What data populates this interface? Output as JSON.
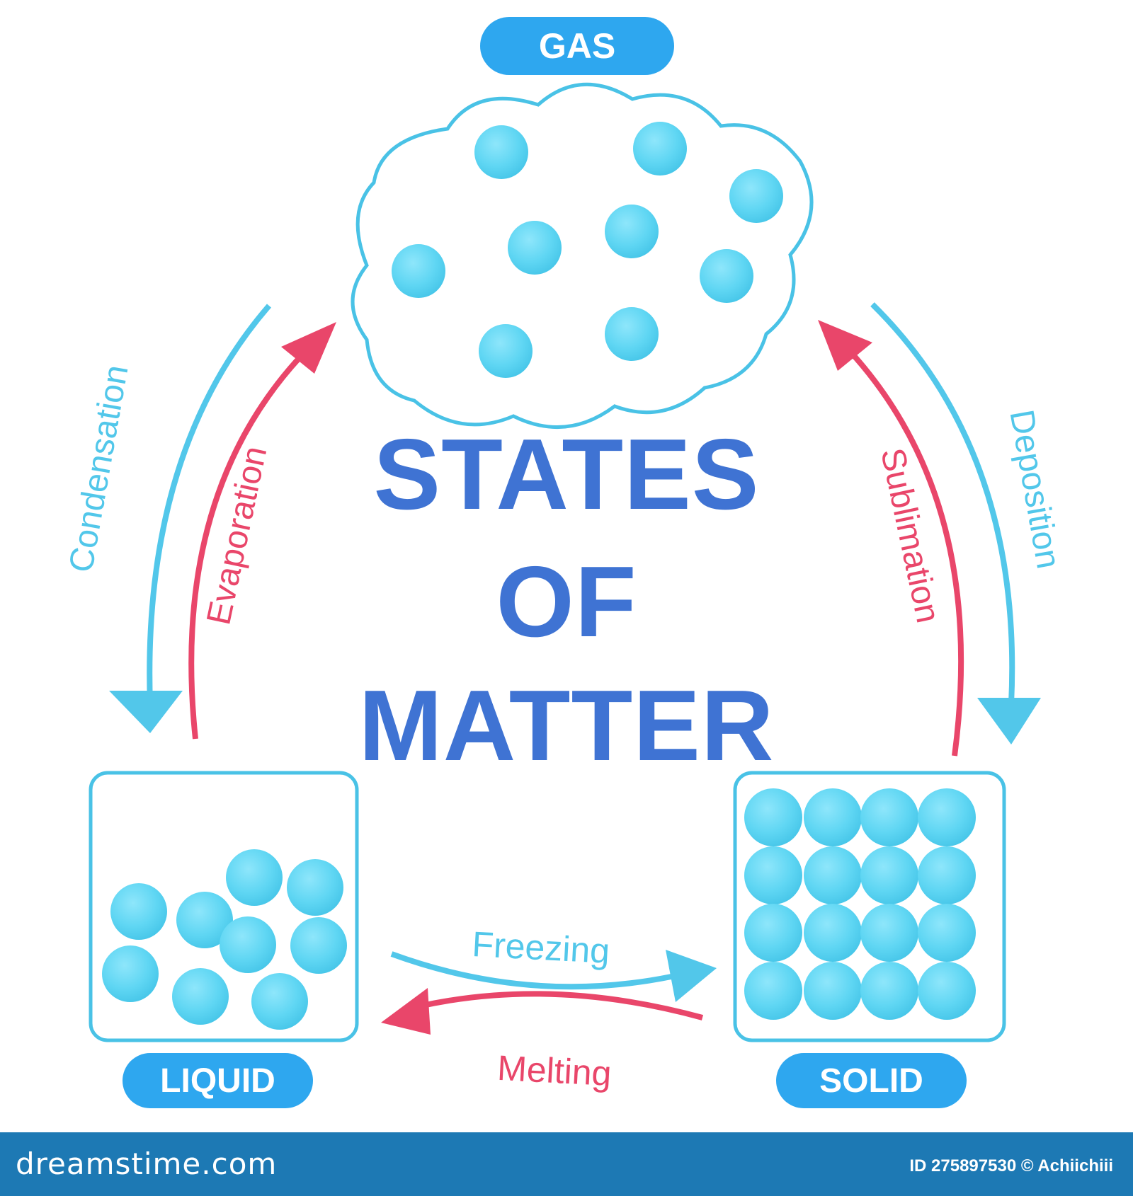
{
  "title": {
    "line1": "STATES",
    "line2": "OF",
    "line3": "MATTER"
  },
  "states": {
    "gas": "GAS",
    "liquid": "LIQUID",
    "solid": "SOLID"
  },
  "transitions": {
    "condensation": "Condensation",
    "evaporation": "Evaporation",
    "sublimation": "Sublimation",
    "deposition": "Deposition",
    "freezing": "Freezing",
    "melting": "Melting"
  },
  "colors": {
    "title": "#3f73d3",
    "label_pill": "#2ea7ef",
    "particle": "#5fd6f3",
    "outline": "#49c2e6",
    "cooling_arrow": "#52c7ea",
    "heating_arrow": "#e9466a",
    "footer_bar": "#1d79b4"
  },
  "footer": {
    "site": "dreamstime.com",
    "credit": "ID 275897530 © Achiichiii"
  }
}
